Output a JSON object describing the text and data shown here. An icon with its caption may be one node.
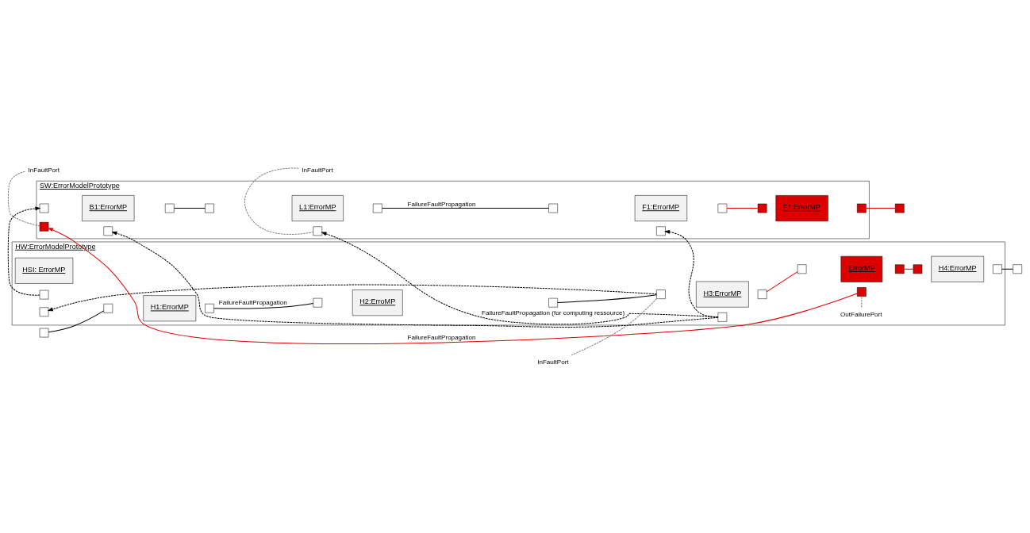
{
  "diagram": {
    "nodes": [
      {
        "text": [
          "SW:ErrorModelPrototype"
        ]
      },
      {
        "text": [
          "B1:ErrorMP"
        ],
        "in": 0
      },
      {
        "text": [
          "L1:ErrorMP"
        ],
        "in": 0
      },
      {
        "text": [
          "F1:ErrorMP"
        ],
        "in": 0
      },
      {
        "text": [
          "F1:ErrorMP"
        ],
        "in": 0
      },
      {
        "text": [],
        "shape": "box",
        "in": 0
      },
      {
        "text": [],
        "shape": "box",
        "in": 0
      },
      {
        "text": [],
        "shape": "box",
        "in": 0
      },
      {
        "text": [],
        "shape": "box",
        "in": 0
      },
      {
        "text": [],
        "shape": "box",
        "in": 0
      },
      {
        "text": [],
        "shape": "box",
        "in": 0
      },
      {
        "text": [],
        "shape": "box",
        "in": 0
      },
      {
        "text": [],
        "shape": "box",
        "in": 0
      },
      {
        "text": [],
        "shape": "box",
        "in": 0
      },
      {
        "text": [],
        "shape": "box",
        "in": 0
      },
      {
        "text": [],
        "shape": "box",
        "in": 0
      },
      {
        "text": [],
        "shape": "box",
        "in": 0
      },
      {
        "text": [],
        "shape": "box"
      },
      {
        "text": [
          "InFaultPort"
        ]
      },
      {
        "text": [
          "InFaultPort"
        ]
      },
      {
        "text": [
          "HW:ErrorModelPrototype"
        ]
      },
      {
        "text": [
          "HSI: ErrorMP"
        ],
        "in": 20
      },
      {
        "text": [
          "H1:ErrorMP"
        ],
        "in": 20
      },
      {
        "text": [
          "H2:ErroMP"
        ],
        "in": 20
      },
      {
        "text": [
          "H3:ErrorMP"
        ],
        "in": 20
      },
      {
        "text": [
          "ErrorMP"
        ],
        "in": 20
      },
      {
        "text": [
          "H4:ErrorMP"
        ],
        "in": 20
      },
      {
        "text": [],
        "shape": "box",
        "in": 20
      },
      {
        "text": [],
        "shape": "box",
        "in": 20
      },
      {
        "text": [],
        "shape": "box"
      },
      {
        "text": [],
        "shape": "box",
        "in": 20
      },
      {
        "text": [],
        "shape": "box",
        "in": 20
      },
      {
        "text": [],
        "shape": "box",
        "in": 20
      },
      {
        "text": [],
        "shape": "box",
        "in": 20
      },
      {
        "text": [],
        "shape": "box",
        "in": 20
      },
      {
        "text": [],
        "shape": "box",
        "in": 20
      },
      {
        "text": [],
        "shape": "box",
        "in": 20
      },
      {
        "text": [],
        "shape": "box",
        "in": 20
      },
      {
        "text": [],
        "shape": "box",
        "in": 20
      },
      {
        "text": [],
        "shape": "box",
        "in": 20
      },
      {
        "text": [],
        "shape": "box",
        "in": 20
      },
      {
        "text": [],
        "shape": "box",
        "in": 20
      },
      {
        "text": [],
        "shape": "box"
      },
      {
        "text": [
          "OutFailurePort"
        ],
        "in": 20
      },
      {
        "text": [
          "InFaultPort"
        ]
      }
    ],
    "edges": [
      {
        "from": 6,
        "to": 8,
        "arrow": "none"
      },
      {
        "from": 9,
        "to": 11,
        "arrow": "none",
        "label": "FailureFaultPropagation"
      },
      {
        "from": 12,
        "to": 15,
        "arrow": "none",
        "color": "#e00000"
      },
      {
        "from": 16,
        "to": 17,
        "arrow": "none",
        "color": "#e00000"
      },
      {
        "from": 35,
        "to": 7,
        "arrow": "to",
        "style": "dashed"
      },
      {
        "from": 35,
        "to": 10,
        "arrow": "to",
        "style": "dashed",
        "label": "FailureFaultPropagation (for computing ressource)"
      },
      {
        "from": 35,
        "to": 13,
        "arrow": "to",
        "style": "dashed"
      },
      {
        "from": 34,
        "to": 28,
        "arrow": "to",
        "style": "dashed"
      },
      {
        "from": 27,
        "to": 5,
        "arrow": "to",
        "style": "dashed"
      },
      {
        "from": 29,
        "to": 30,
        "arrow": "none"
      },
      {
        "from": 31,
        "to": 32,
        "arrow": "none",
        "label": "FailureFaultPropagation"
      },
      {
        "from": 33,
        "to": 34,
        "arrow": "none"
      },
      {
        "from": 36,
        "to": 37,
        "arrow": "none",
        "color": "#e00000"
      },
      {
        "from": 39,
        "to": 40,
        "arrow": "none",
        "color": "#e00000"
      },
      {
        "from": 41,
        "to": 42,
        "arrow": "none"
      },
      {
        "from": 38,
        "to": 14,
        "arrow": "to",
        "color": "#e00000",
        "label": "FailureFaultPropagation"
      },
      {
        "from": 18,
        "to": 10,
        "arrow": "none",
        "style": "dashed",
        "color": "#808080"
      },
      {
        "from": 19,
        "to": 14,
        "arrow": "none",
        "style": "dashed",
        "color": "#808080"
      },
      {
        "from": 43,
        "to": 38,
        "arrow": "none",
        "style": "dashed",
        "color": "#808080"
      },
      {
        "from": 44,
        "to": 34,
        "arrow": "none",
        "style": "dashed",
        "color": "#808080"
      }
    ]
  }
}
